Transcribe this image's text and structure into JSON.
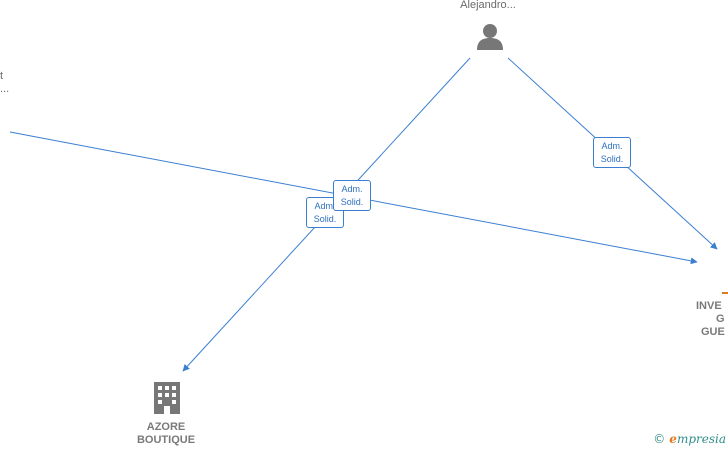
{
  "nodes": {
    "person_top": {
      "label": "Alejandro..."
    },
    "left_partial": {
      "line1": "t",
      "line2": "..."
    },
    "company_right": {
      "line1": "INVE",
      "line2": "G",
      "line3": "GUE"
    },
    "company_bottom": {
      "line1": "AZORE",
      "line2": "BOUTIQUE"
    }
  },
  "relations": [
    {
      "line1": "Adm.",
      "line2": "Solid."
    },
    {
      "line1": "Adm.",
      "line2": "Solid."
    },
    {
      "line1": "Adm.",
      "line2": "Solid."
    }
  ],
  "brand": {
    "copyright": "©",
    "initial": "e",
    "rest": "mpresia"
  },
  "colors": {
    "edge": "#3b7fd0",
    "icon": "#777777",
    "accent": "#e07a1f"
  }
}
